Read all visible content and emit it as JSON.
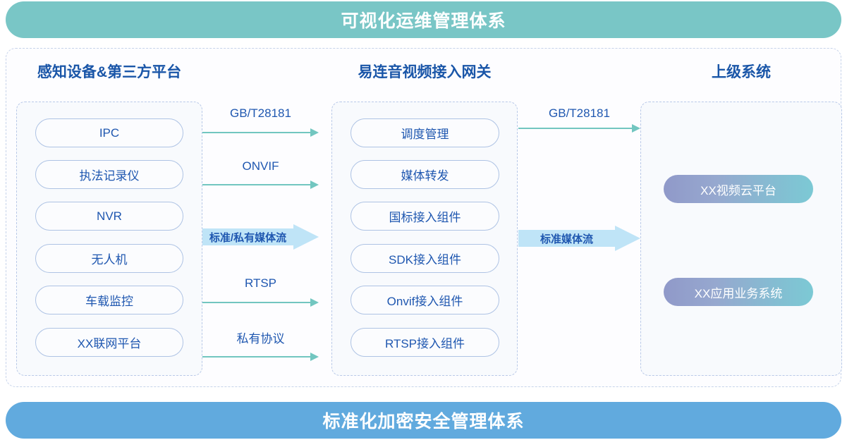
{
  "banners": {
    "top": "可视化运维管理体系",
    "bottom": "标准化加密安全管理体系",
    "top_color": "#79c6c6",
    "bottom_color": "#61aade"
  },
  "columns": {
    "left": {
      "title": "感知设备&第三方平台",
      "items": [
        {
          "label": "IPC"
        },
        {
          "label": "执法记录仪"
        },
        {
          "label": "NVR"
        },
        {
          "label": "无人机"
        },
        {
          "label": "车载监控"
        },
        {
          "label": "XX联网平台"
        }
      ]
    },
    "middle": {
      "title": "易连音视频接入网关",
      "items": [
        {
          "label": "调度管理"
        },
        {
          "label": "媒体转发"
        },
        {
          "label": "国标接入组件"
        },
        {
          "label": "SDK接入组件"
        },
        {
          "label": "Onvif接入组件"
        },
        {
          "label": "RTSP接入组件"
        }
      ]
    },
    "right": {
      "title": "上级系统",
      "items": [
        {
          "label": "XX视频云平台"
        },
        {
          "label": "XX应用业务系统"
        }
      ]
    }
  },
  "connectors": {
    "left_to_middle": [
      {
        "label": "GB/T28181",
        "style": "thin",
        "color": "#72c6c0"
      },
      {
        "label": "ONVIF",
        "style": "thin",
        "color": "#72c6c0"
      },
      {
        "label": "标准/私有媒体流",
        "style": "block",
        "color": "#bfe4f7"
      },
      {
        "label": "RTSP",
        "style": "thin",
        "color": "#72c6c0"
      },
      {
        "label": "私有协议",
        "style": "thin",
        "color": "#72c6c0"
      }
    ],
    "middle_to_right": [
      {
        "label": "GB/T28181",
        "style": "thin",
        "color": "#72c6c0"
      },
      {
        "label": "标准媒体流",
        "style": "block",
        "color": "#bfe4f7"
      }
    ]
  }
}
